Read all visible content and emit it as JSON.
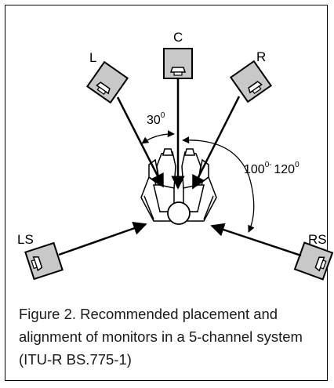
{
  "speakers": [
    {
      "id": "L",
      "label": "L"
    },
    {
      "id": "C",
      "label": "C"
    },
    {
      "id": "R",
      "label": "R"
    },
    {
      "id": "LS",
      "label": "LS"
    },
    {
      "id": "RS",
      "label": "RS"
    }
  ],
  "angles": {
    "front_angle": {
      "value": "30",
      "degree_mark": "0"
    },
    "surround_range": {
      "from": "100",
      "from_degree_mark": "0",
      "separator": "- ",
      "to": "120",
      "to_degree_mark": "0"
    }
  },
  "caption": "Figure 2. Recommended placement and alignment of monitors in a 5-channel system (ITU-R BS.775-1)",
  "colors": {
    "speaker_fill": "#c8c8c8",
    "line": "#000000",
    "background": "#ffffff"
  }
}
